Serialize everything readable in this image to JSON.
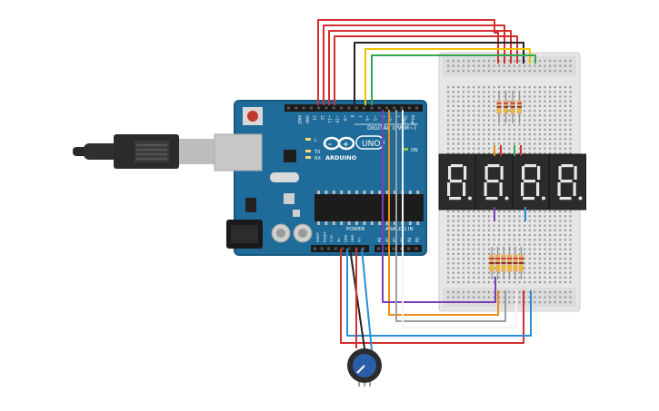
{
  "arduino": {
    "brand": "ARDUINO",
    "model": "UNO",
    "reset_label": "RESET",
    "digital_label": "DIGITAL (PWM~)",
    "analog_label": "ANALOG IN",
    "power_label": "POWER",
    "on_label": "ON",
    "tx_label": "TX",
    "rx_label": "RX",
    "l_label": "L",
    "aref_label": "AREF",
    "gnd_label": "GND",
    "digital_pins": [
      "13",
      "12",
      "~11",
      "~10",
      "~9",
      "8",
      "7",
      "~6",
      "~5",
      "4",
      "~3",
      "2",
      "TX▸1",
      "RX◂0"
    ],
    "power_pins": [
      "IOREF",
      "RESET",
      "3.3V",
      "5V",
      "GND",
      "GND",
      "Vin"
    ],
    "analog_pins": [
      "A0",
      "A1",
      "A2",
      "A3",
      "A4",
      "A5"
    ]
  },
  "display": {
    "digit_count": 4,
    "segment_color": "#e6e6e6",
    "body_color": "#2b2b2b"
  },
  "colors": {
    "board": "#1f6c9a",
    "board_edge": "#15587f",
    "breadboard": "#e8e8e8",
    "wire_red": "#d32f2f",
    "wire_black": "#222222",
    "wire_yellow": "#f2c200",
    "wire_green": "#2fa84f",
    "wire_orange": "#ef8a17",
    "wire_purple": "#7b3fb8",
    "wire_gray": "#9e9e9e",
    "wire_blue": "#2a8fd6",
    "wire_white": "#f4f4f4",
    "pot_knob": "#2b5ea8"
  }
}
